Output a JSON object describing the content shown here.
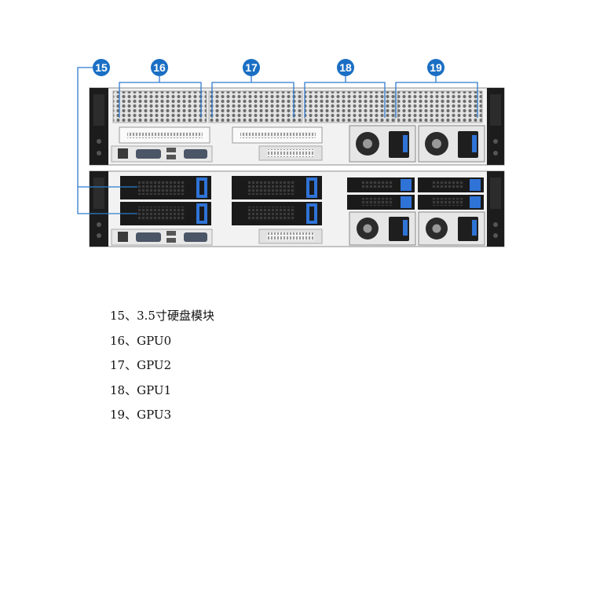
{
  "callouts": [
    {
      "num": "15",
      "desc": "3.5寸硬盘模块"
    },
    {
      "num": "16",
      "desc": "GPU0"
    },
    {
      "num": "17",
      "desc": "GPU2"
    },
    {
      "num": "18",
      "desc": "GPU1"
    },
    {
      "num": "19",
      "desc": "GPU3"
    }
  ],
  "legend_separator": "、",
  "colors": {
    "callout_fill": "#1a6fc4",
    "callout_line": "#2f7bd0",
    "chassis_outline": "#9a9a9a",
    "bezel": "#1c1c1c",
    "bay_blue": "#2f73d6",
    "grille": "#cfcfcf"
  }
}
